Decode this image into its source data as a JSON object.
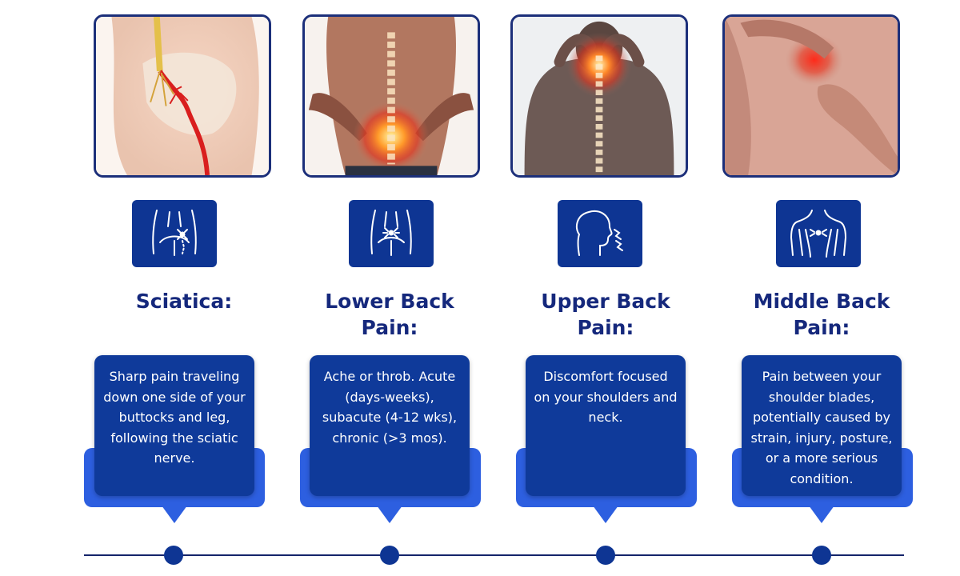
{
  "cards": [
    {
      "heading": "Sciatica:",
      "description": "Sharp pain traveling down one side of your buttocks and leg, following the sciatic nerve.",
      "photo_icon": "sciatica-photo",
      "tile_icon": "sciatica-icon"
    },
    {
      "heading": "Lower Back\nPain:",
      "description": "Ache or throb. Acute (days-weeks), subacute (4-12 wks), chronic (>3 mos).",
      "photo_icon": "lower-back-photo",
      "tile_icon": "lower-back-icon"
    },
    {
      "heading": "Upper Back\nPain:",
      "description": "Discomfort focused on your shoulders and neck.",
      "photo_icon": "upper-back-photo",
      "tile_icon": "upper-back-icon"
    },
    {
      "heading": "Middle Back\nPain:",
      "description": "Pain between your shoulder blades, potentially caused by strain, injury, posture, or a more serious condition.",
      "photo_icon": "middle-back-photo",
      "tile_icon": "middle-back-icon"
    }
  ],
  "colors": {
    "navy": "#0e3593",
    "heading": "#15287c",
    "accent_blue": "#2d5fe0",
    "pain_red": "#e8321c"
  }
}
